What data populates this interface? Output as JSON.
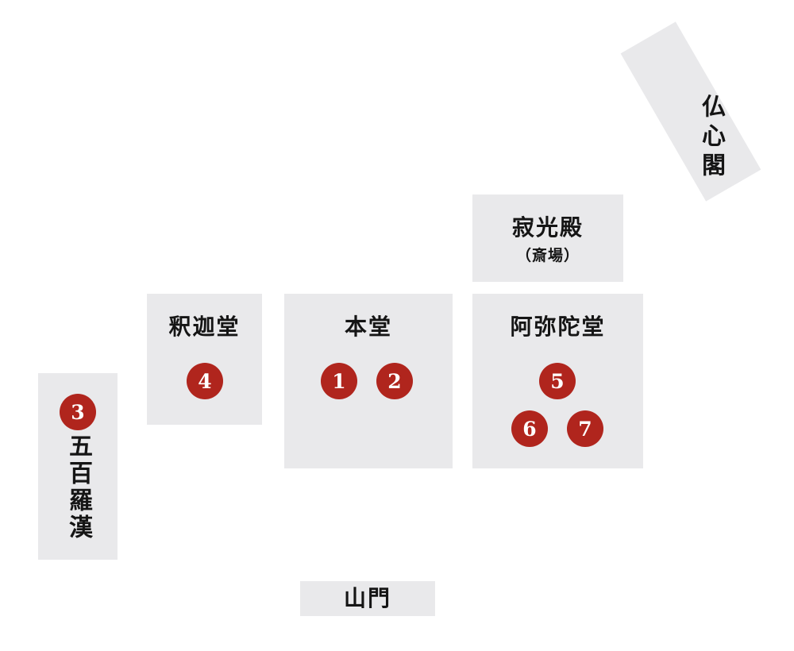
{
  "map": {
    "title": "temple-grounds-map",
    "colors": {
      "building_bg": "#e9e9eb",
      "marker_bg": "#b0251d",
      "marker_text": "#ffffff",
      "label_text": "#151515"
    },
    "buildings": {
      "busshinkaku": {
        "label": "仏心閣"
      },
      "jakkoden": {
        "label": "寂光殿",
        "sublabel": "（斎場）"
      },
      "shakado": {
        "label": "釈迦堂",
        "markers": [
          "4"
        ]
      },
      "hondo": {
        "label": "本堂",
        "markers": [
          "1",
          "2"
        ]
      },
      "amidado": {
        "label": "阿弥陀堂",
        "markers": [
          "5",
          "6",
          "7"
        ]
      },
      "gohyakurakan": {
        "label": "五百羅漢",
        "markers": [
          "3"
        ]
      },
      "sanmon": {
        "label": "山門"
      }
    }
  }
}
